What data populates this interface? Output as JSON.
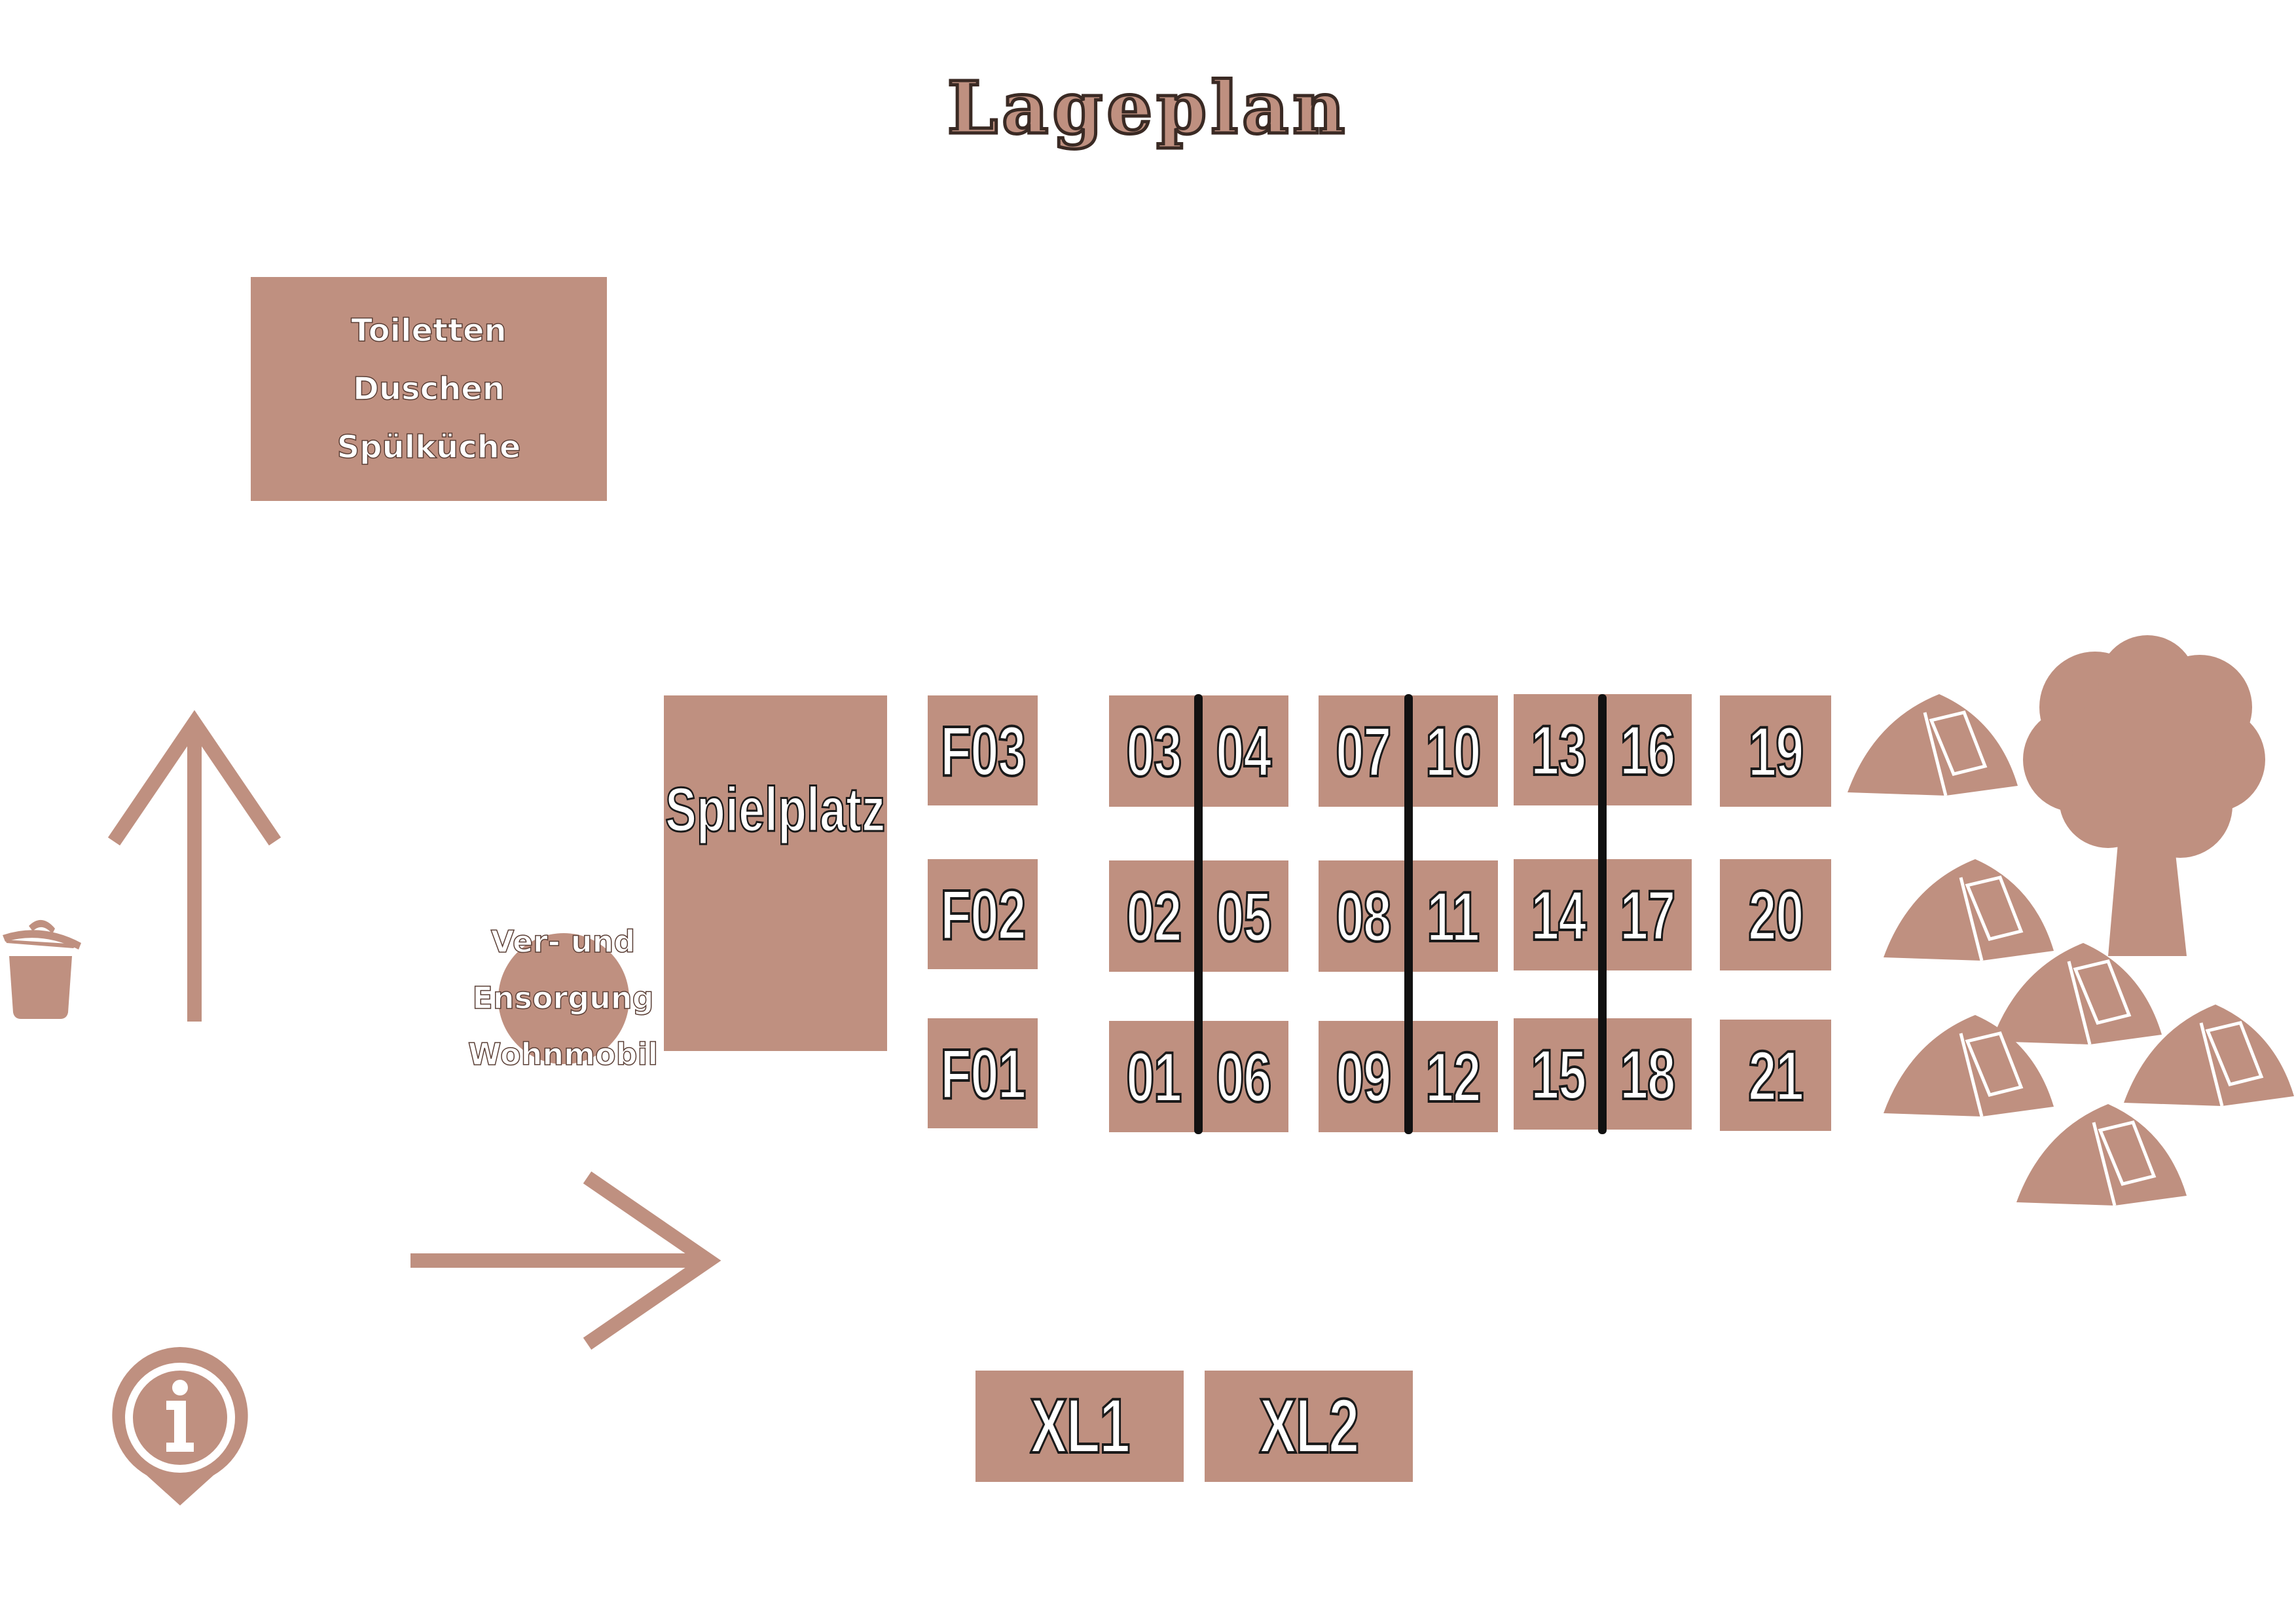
{
  "title": "Lageplan",
  "colors": {
    "accent": "#bf9080",
    "divider": "#111111",
    "background": "#ffffff"
  },
  "facilities": {
    "lines": [
      "Toiletten",
      "Duschen",
      "Spülküche"
    ]
  },
  "playground": {
    "label": "Spielplatz"
  },
  "service_station": {
    "lines": [
      "Ver- und",
      "Ensorgung",
      "Wohnmobil"
    ]
  },
  "pitches": {
    "F03": "F03",
    "F02": "F02",
    "F01": "F01",
    "p01": "01",
    "p02": "02",
    "p03": "03",
    "p04": "04",
    "p05": "05",
    "p06": "06",
    "p07": "07",
    "p08": "08",
    "p09": "09",
    "p10": "10",
    "p11": "11",
    "p12": "12",
    "p13": "13",
    "p14": "14",
    "p15": "15",
    "p16": "16",
    "p17": "17",
    "p18": "18",
    "p19": "19",
    "p20": "20",
    "p21": "21",
    "XL1": "XL1",
    "XL2": "XL2"
  },
  "icons": [
    "arrow-up-icon",
    "arrow-right-icon",
    "trash-icon",
    "info-pin-icon",
    "tree-icon",
    "tent-icon"
  ]
}
